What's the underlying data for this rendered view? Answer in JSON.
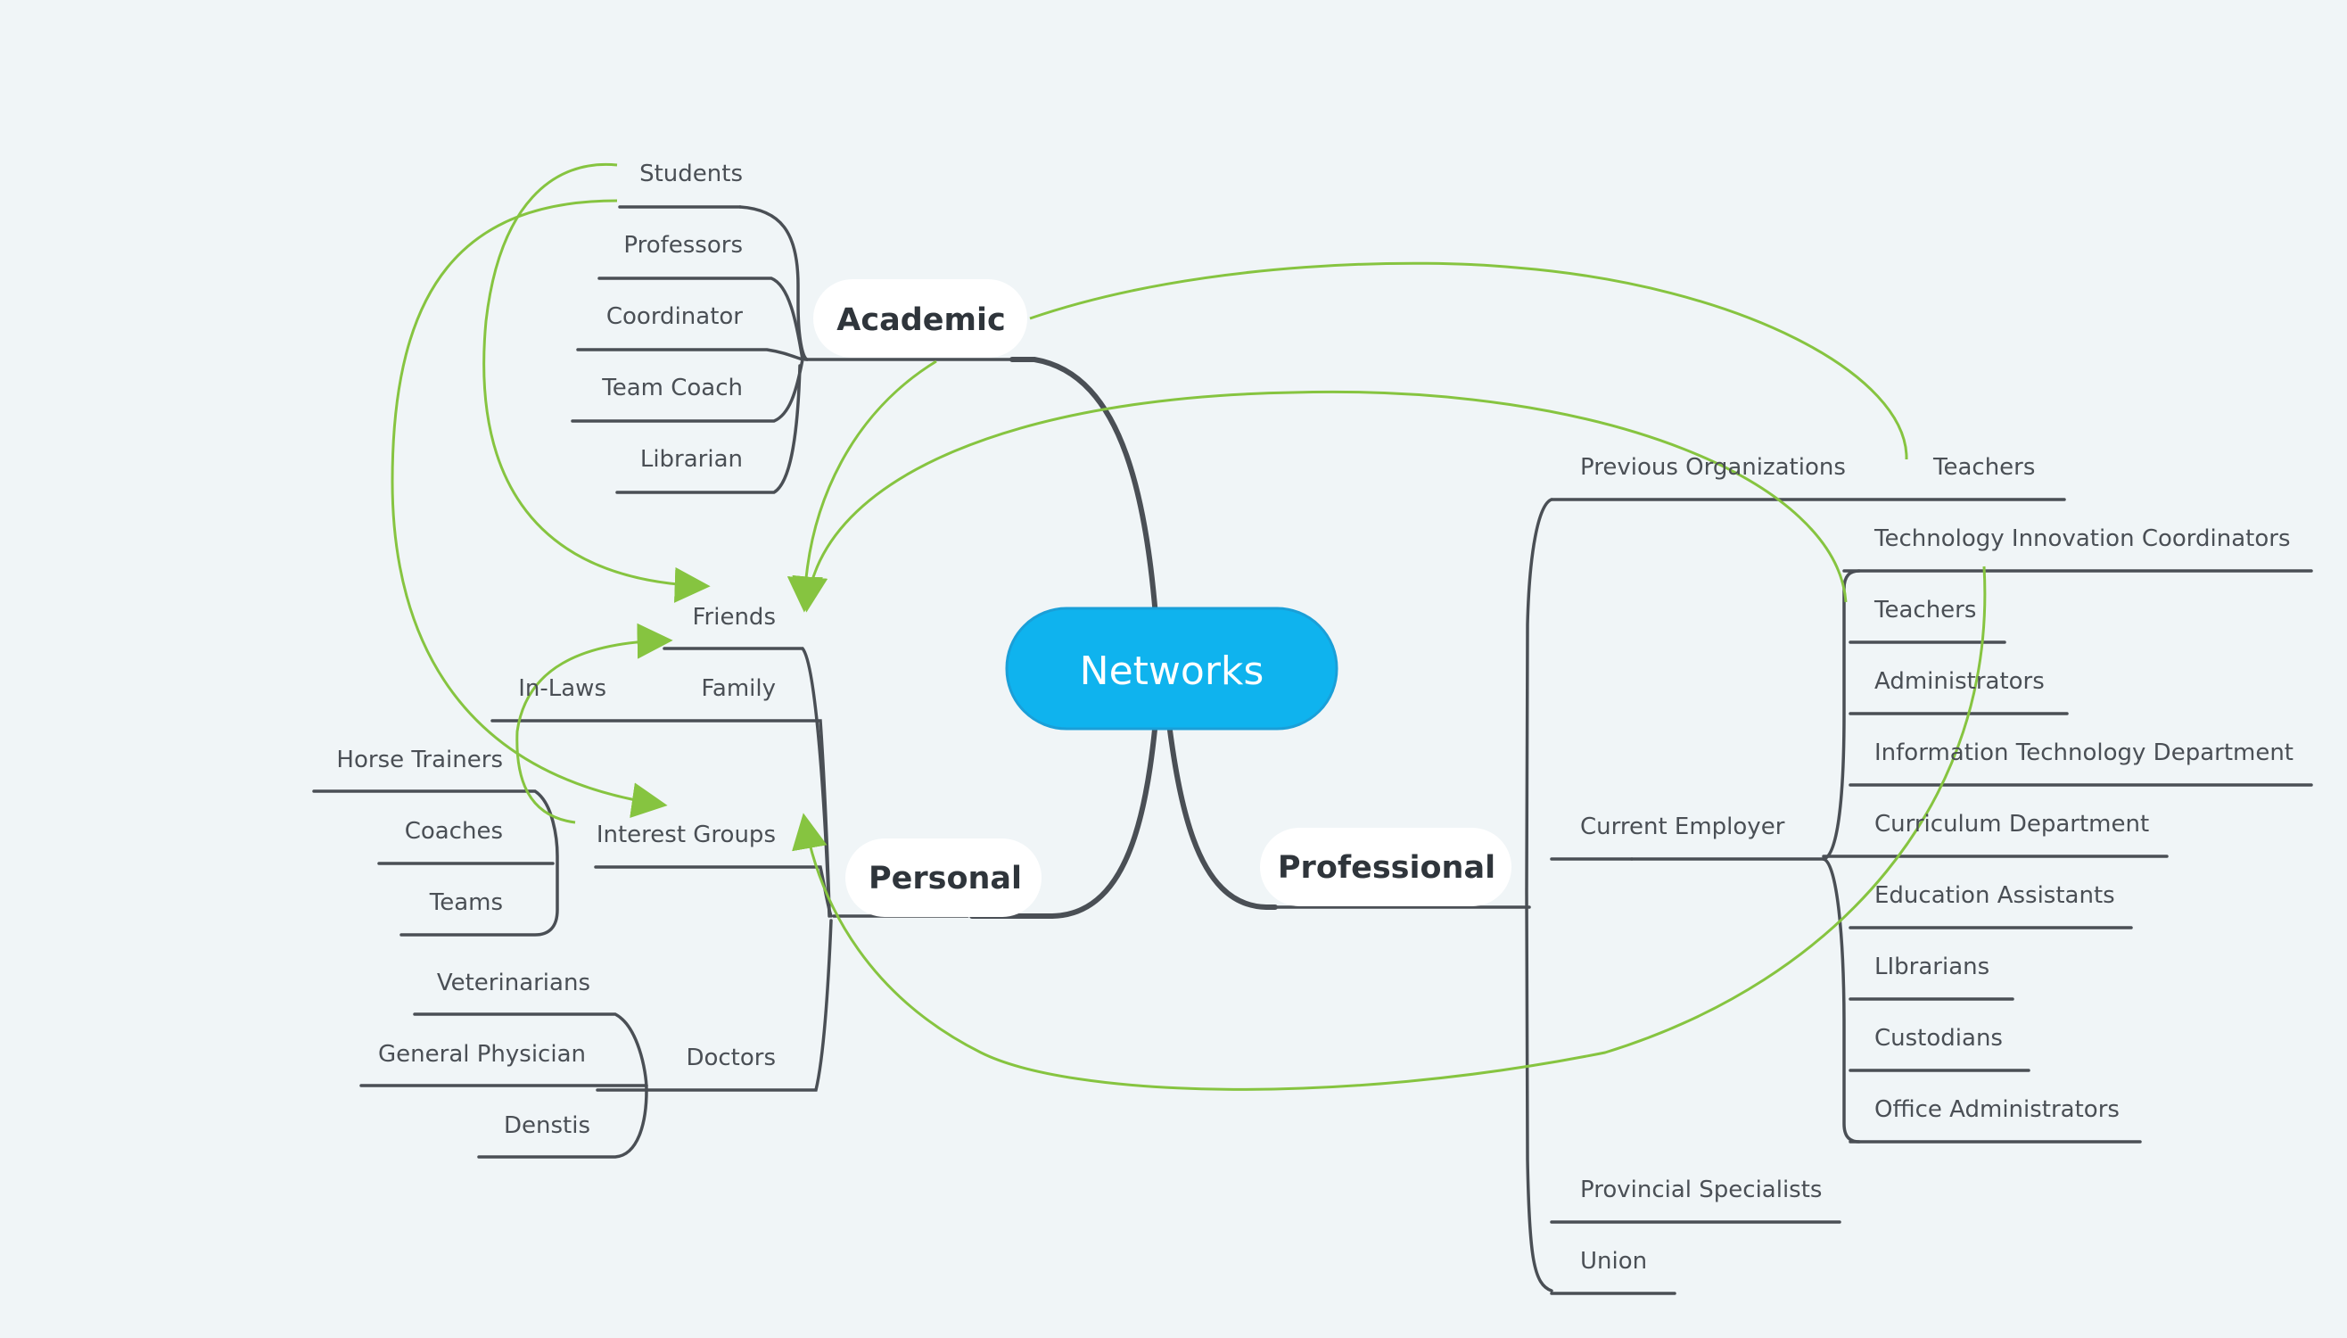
{
  "center": {
    "label": "Networks"
  },
  "academic": {
    "label": "Academic",
    "items": [
      "Students",
      "Professors",
      "Coordinator",
      "Team Coach",
      "Librarian"
    ]
  },
  "personal": {
    "label": "Personal",
    "friends": "Friends",
    "family": "Family",
    "in_laws": "In-Laws",
    "interest_groups": "Interest Groups",
    "interest_items": [
      "Horse Trainers",
      "Coaches",
      "Teams"
    ],
    "doctors": "Doctors",
    "doctor_items": [
      "Veterinarians",
      "General Physician",
      "Denstis"
    ]
  },
  "professional": {
    "label": "Professional",
    "previous_organizations": "Previous Organizations",
    "previous_teachers": "Teachers",
    "current_employer": "Current Employer",
    "employer_items": [
      "Technology Innovation Coordinators",
      "Teachers",
      "Administrators",
      "Information Technology Department",
      "Curriculum Department",
      "Education Assistants",
      "LIbrarians",
      "Custodians",
      "Office Administrators"
    ],
    "provincial_specialists": "Provincial Specialists",
    "union": "Union"
  },
  "colors": {
    "background": "#f0f5f7",
    "center_fill": "#0fb3ee",
    "center_stroke": "#1a9fd8",
    "branch_line": "#4a4f55",
    "relationship_line": "#86c440",
    "topic_fill": "#ffffff"
  }
}
